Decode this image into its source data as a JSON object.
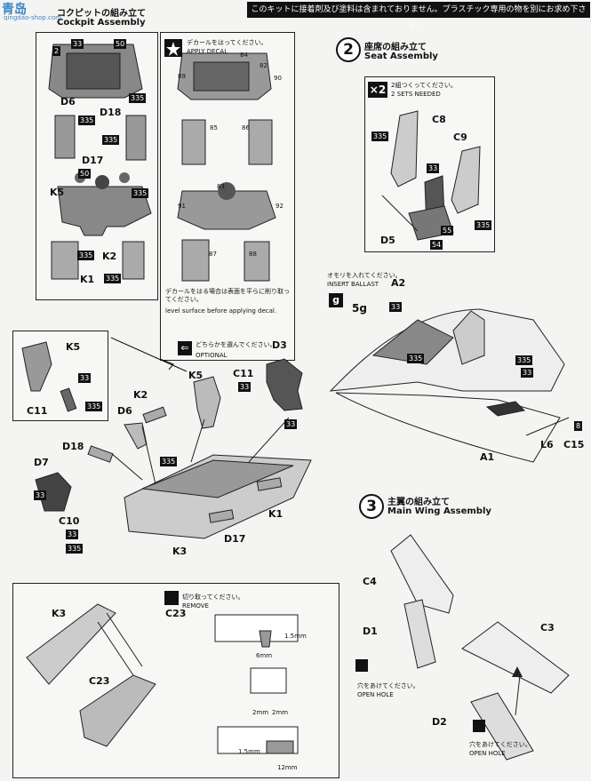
{
  "watermark": {
    "logo": "青岛",
    "url": "qingdao-shop.com"
  },
  "top_notice": "このキットに接着剤及び塗料は含まれておりません。プラスチック専用の物を別にお求め下さい。",
  "section1": {
    "title_jp": "コクピットの組み立て",
    "title_en": "Cockpit Assembly"
  },
  "section2": {
    "number": "2",
    "title_jp": "座席の組み立て",
    "title_en": "Seat Assembly",
    "qty_badge": "×2",
    "qty_jp": "2組つくってください。",
    "qty_en": "2 SETS NEEDED",
    "ballast_jp": "オモリを入れてください。",
    "ballast_en": "INSERT BALLAST",
    "ballast_icon": "g",
    "ballast_weight": "5g"
  },
  "section3": {
    "number": "3",
    "title_jp": "主翼の組み立て",
    "title_en": "Main Wing Assembly",
    "hole_jp": "穴をあけてください。",
    "hole_en": "OPEN HOLE"
  },
  "decal_panel": {
    "apply_jp": "デカールをはってください。",
    "apply_en": "APPLY DECAL",
    "note_jp": "デカールをはる場合は表面を平らに削り取ってください。",
    "note_en": "level surface before applying decal.",
    "decals": [
      "84",
      "82",
      "89",
      "90",
      "85",
      "86",
      "83",
      "91",
      "92",
      "87",
      "88"
    ]
  },
  "optional": {
    "jp": "どちらかを選んでください。",
    "en": "OPTIONAL"
  },
  "remove": {
    "jp": "切り取ってください。",
    "en": "REMOVE"
  },
  "measurements": {
    "m1": "1.5mm",
    "m2": "6mm",
    "m3": "2mm",
    "m4": "2mm",
    "m5": "1.5mm",
    "m6": "12mm"
  },
  "colors": [
    "33",
    "50",
    "335",
    "54",
    "55",
    "8"
  ],
  "parts": {
    "D6": "D6",
    "D18": "D18",
    "D17": "D17",
    "K5": "K5",
    "K1": "K1",
    "K2": "K2",
    "K3": "K3",
    "D3": "D3",
    "D7": "D7",
    "C10": "C10",
    "C11": "C11",
    "C8": "C8",
    "C9": "C9",
    "D5": "D5",
    "A2": "A2",
    "A1": "A1",
    "L6": "L6",
    "C15": "C15",
    "C4": "C4",
    "D1": "D1",
    "C3": "C3",
    "D2": "D2",
    "C23": "C23",
    "n2": "2"
  }
}
